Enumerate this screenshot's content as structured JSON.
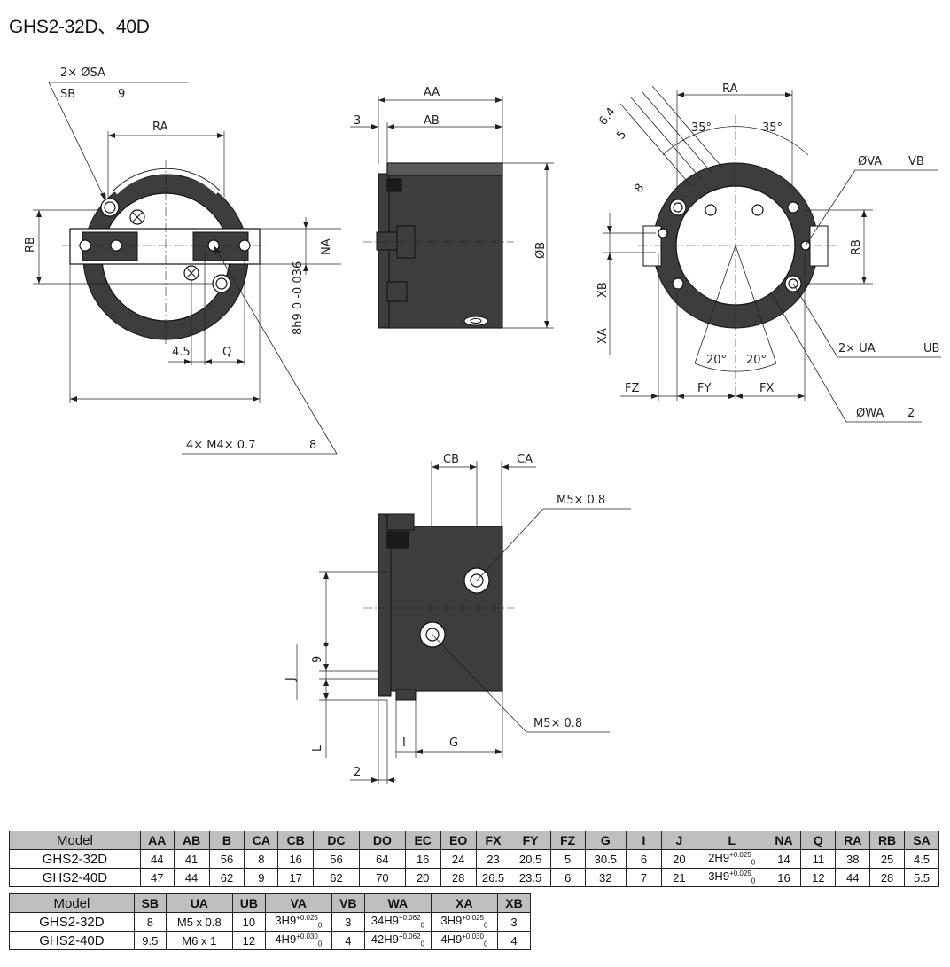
{
  "title": "GHS2-32D、40D",
  "labels": {
    "front": {
      "sa": "2× ØSA",
      "sb": "SB",
      "nine": "9",
      "ra": "RA",
      "rb": "RB",
      "na": "NA",
      "tol": "8h9 0 -0.036",
      "dim45": "4.5",
      "q": "Q",
      "m4": "4× M4× 0.7",
      "eight": "8"
    },
    "side": {
      "aa": "AA",
      "ab": "AB",
      "three": "3",
      "b": "ØB"
    },
    "rear": {
      "ra": "RA",
      "a1": "35°",
      "a2": "35°",
      "d64": "6.4",
      "d5": "5",
      "d8": "8",
      "va": "ØVA",
      "vb": "VB",
      "rb": "RB",
      "xb": "XB",
      "xa": "XA",
      "b1": "20°",
      "b2": "20°",
      "fz": "FZ",
      "fy": "FY",
      "fx": "FX",
      "ua": "2× UA",
      "ub": "UB",
      "wa": "ØWA",
      "two": "2"
    },
    "bottom": {
      "cb": "CB",
      "ca": "CA",
      "m5a": "M5× 0.8",
      "m5b": "M5× 0.8",
      "nine": "9",
      "j": "J",
      "l": "L",
      "i": "I",
      "g": "G",
      "two": "2"
    }
  },
  "table1": {
    "headers": [
      "Model",
      "AA",
      "AB",
      "B",
      "CA",
      "CB",
      "DC",
      "DO",
      "EC",
      "EO",
      "FX",
      "FY",
      "FZ",
      "G",
      "I",
      "J",
      "L",
      "NA",
      "Q",
      "RA",
      "RB",
      "SA"
    ],
    "rows": [
      [
        "GHS2-32D",
        "44",
        "41",
        "56",
        "8",
        "16",
        "56",
        "64",
        "16",
        "24",
        "23",
        "20.5",
        "5",
        "30.5",
        "6",
        "20",
        "2H9",
        "14",
        "11",
        "38",
        "25",
        "4.5"
      ],
      [
        "GHS2-40D",
        "47",
        "44",
        "62",
        "9",
        "17",
        "62",
        "70",
        "20",
        "28",
        "26.5",
        "23.5",
        "6",
        "32",
        "7",
        "21",
        "3H9",
        "16",
        "12",
        "44",
        "28",
        "5.5"
      ]
    ]
  },
  "table2": {
    "headers": [
      "Model",
      "SB",
      "UA",
      "UB",
      "VA",
      "VB",
      "WA",
      "XA",
      "XB"
    ],
    "rows": [
      [
        "GHS2-32D",
        "8",
        "M5 x 0.8",
        "10",
        "3H9",
        "3",
        "34H9",
        "3H9",
        "3"
      ],
      [
        "GHS2-40D",
        "9.5",
        "M6 x 1",
        "12",
        "4H9",
        "4",
        "42H9",
        "4H9",
        "4"
      ]
    ]
  },
  "tolerances": {
    "L": [
      "+0.025",
      "0"
    ],
    "VA": [
      [
        "+0.025",
        "0"
      ],
      [
        "+0.030",
        "0"
      ]
    ],
    "WA": [
      "+0.062",
      "0"
    ],
    "XA": [
      [
        "+0.025",
        "0"
      ],
      [
        "+0.030",
        "0"
      ]
    ]
  }
}
